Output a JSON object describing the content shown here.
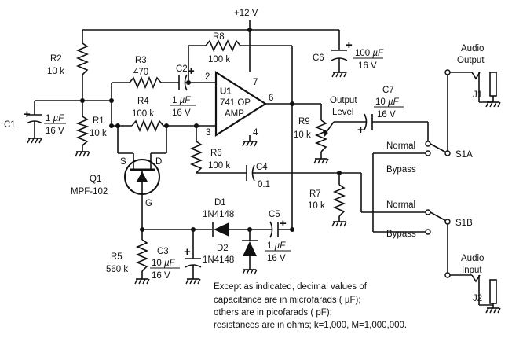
{
  "supply": "+12 V",
  "parts": {
    "u1": {
      "name": "U1",
      "line1": "741 OP",
      "line2": "AMP",
      "pin2": "2",
      "pin3": "3",
      "pin4": "4",
      "pin6": "6",
      "pin7": "7"
    },
    "q1": {
      "name": "Q1",
      "model": "MPF-102",
      "s": "S",
      "d": "D",
      "g": "G"
    },
    "r1": {
      "name": "R1",
      "value": "10 k"
    },
    "r2": {
      "name": "R2",
      "value": "10 k"
    },
    "r3": {
      "name": "R3",
      "value": "470"
    },
    "r4": {
      "name": "R4",
      "value": "100 k"
    },
    "r5": {
      "name": "R5",
      "value": "560 k"
    },
    "r6": {
      "name": "R6",
      "value": "100 k"
    },
    "r7": {
      "name": "R7",
      "value": "10 k"
    },
    "r8": {
      "name": "R8",
      "value": "100 k"
    },
    "r9": {
      "name": "R9",
      "value": "10 k"
    },
    "c1": {
      "name": "C1",
      "v1": "1",
      "unit": "µF",
      "v2": "16 V"
    },
    "c2": {
      "name": "C2",
      "v1": "1",
      "unit": "µF",
      "v2": "16 V"
    },
    "c3": {
      "name": "C3",
      "v1": "10",
      "unit": "µF",
      "v2": "16 V"
    },
    "c4": {
      "name": "C4",
      "value": "0.1"
    },
    "c5": {
      "name": "C5",
      "v1": "1",
      "unit": "µF",
      "v2": "16 V"
    },
    "c6": {
      "name": "C6",
      "v1": "100",
      "unit": "µF",
      "v2": "16 V"
    },
    "c7": {
      "name": "C7",
      "v1": "10",
      "unit": "µF",
      "v2": "16 V"
    },
    "d1": {
      "name": "D1",
      "model": "1N4148"
    },
    "d2": {
      "name": "D2",
      "model": "1N4148"
    },
    "j1": {
      "name": "J1",
      "label1": "Audio",
      "label2": "Output"
    },
    "j2": {
      "name": "J2",
      "label1": "Audio",
      "label2": "Input"
    },
    "s1a": {
      "name": "S1A",
      "pos1": "Normal",
      "pos2": "Bypass"
    },
    "s1b": {
      "name": "S1B",
      "pos1": "Normal",
      "pos2": "Bypass"
    },
    "output_level": {
      "line1": "Output",
      "line2": "Level"
    }
  },
  "polarity_mark": "+",
  "notes": [
    "Except as indicated, decimal values of",
    "capacitance are in microfarads ( µF);",
    "others are in picofarads ( pF);",
    "resistances are in ohms; k=1,000, M=1,000,000."
  ]
}
